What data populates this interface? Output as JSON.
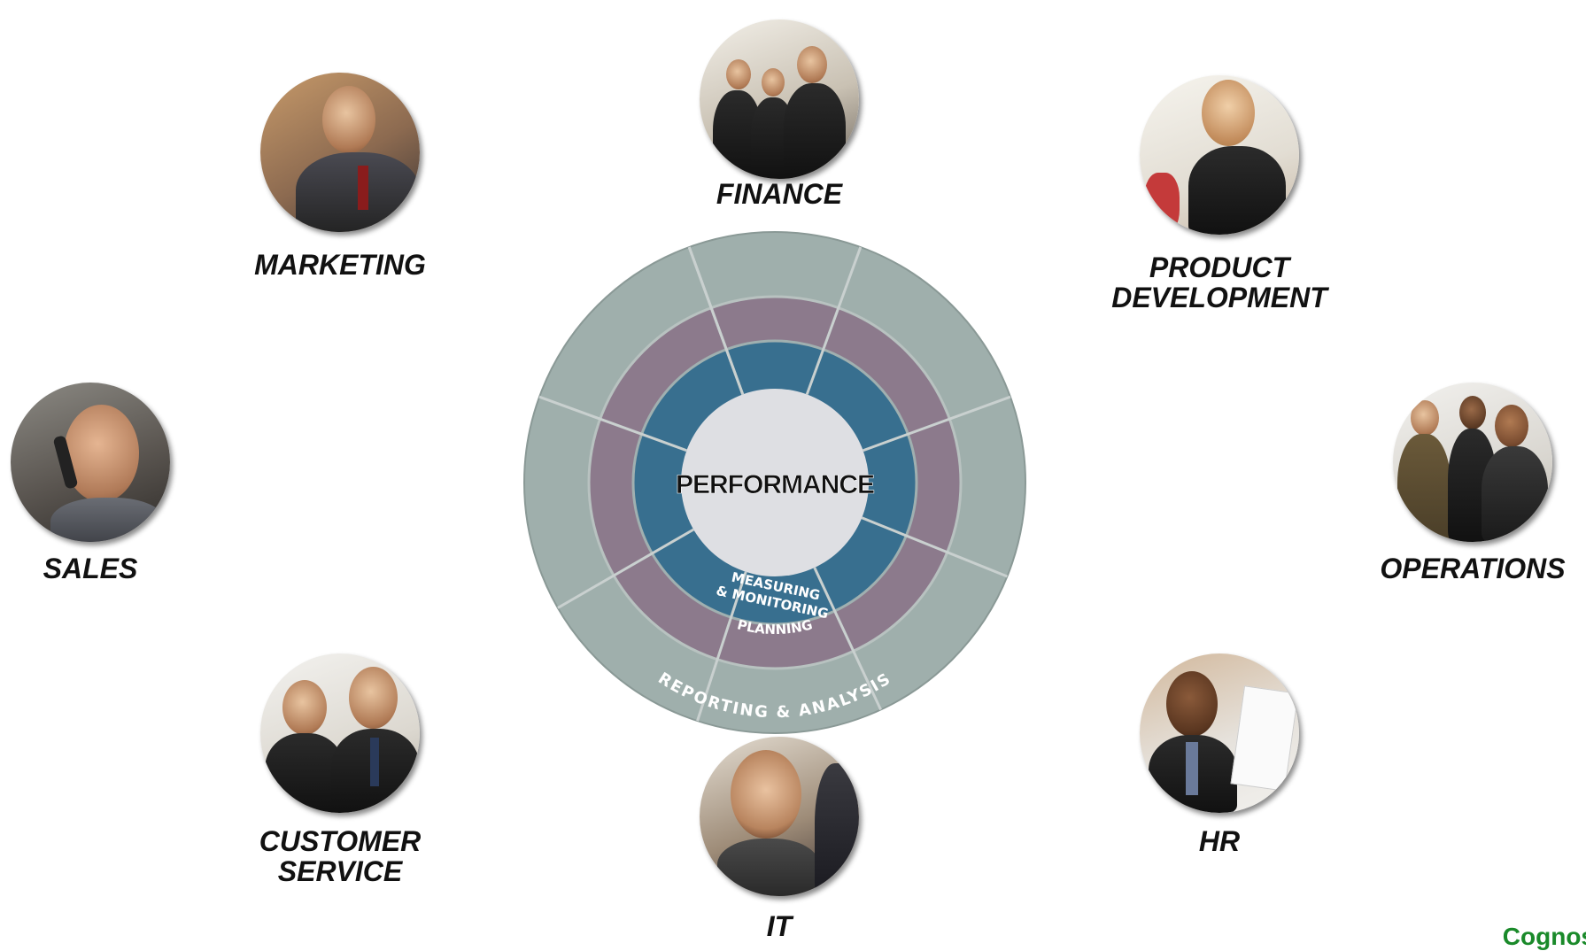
{
  "center_label": "PERFORMANCE",
  "rings": {
    "inner": "MEASURING & MONITORING",
    "inner_line1": "MEASURING",
    "inner_line2": "& MONITORING",
    "middle": "PLANNING",
    "outer": "REPORTING & ANALYSIS"
  },
  "departments": {
    "finance": "FINANCE",
    "marketing": "MARKETING",
    "product_development": "PRODUCT\nDEVELOPMENT",
    "sales": "SALES",
    "operations": "OPERATIONS",
    "customer_service": "CUSTOMER\nSERVICE",
    "it": "IT",
    "hr": "HR"
  },
  "logo": "Cognos",
  "colors": {
    "outer_ring": "#9fafac",
    "middle_ring": "#8c7a8c",
    "inner_ring": "#386f8f",
    "center": "#dedfe3",
    "logo": "#1a8a2a"
  }
}
